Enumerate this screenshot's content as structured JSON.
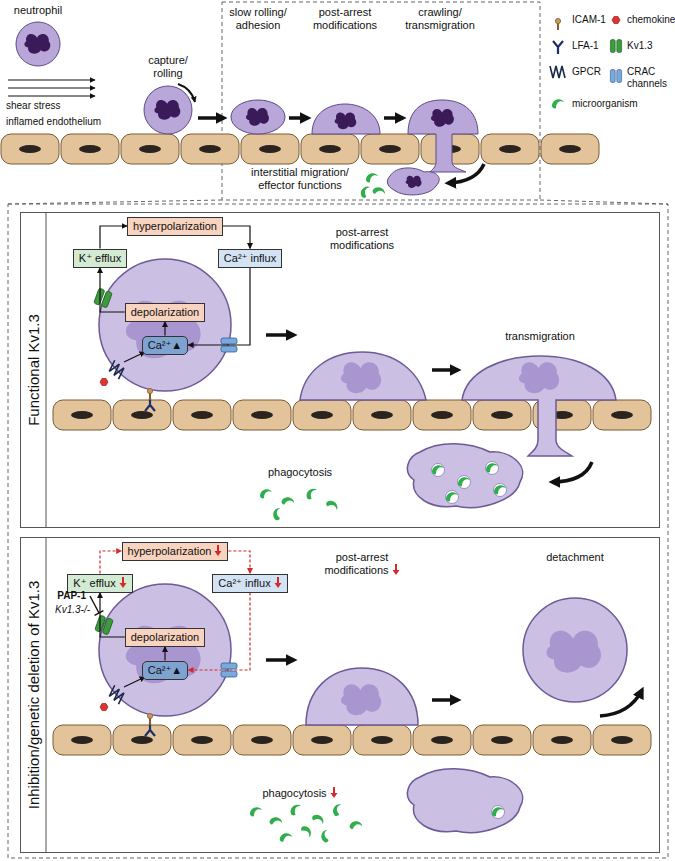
{
  "diagram": {
    "nodes": [
      {
        "text": [
          "Functional Kv1.3"
        ]
      },
      {
        "text": [
          "hyperpolarization"
        ],
        "in": 0
      },
      {
        "text": [
          "K⁺ efflux"
        ],
        "in": 0
      },
      {
        "text": [
          "Ca²⁺ influx"
        ],
        "in": 0
      },
      {
        "text": [
          "depolarization"
        ],
        "in": 0
      },
      {
        "text": [
          "Ca²⁺▲"
        ],
        "in": 0
      },
      {
        "text": [
          "Inhibition/genetic deletion of Kv1.3"
        ]
      },
      {
        "text": [
          "hyperpolarization"
        ],
        "in": 6
      },
      {
        "text": [
          "K⁺ efflux"
        ],
        "in": 6
      },
      {
        "text": [
          "Ca²⁺ influx"
        ],
        "in": 6
      },
      {
        "text": [
          "depolarization"
        ],
        "in": 6
      },
      {
        "text": [
          "Ca²⁺▲"
        ],
        "in": 6
      }
    ],
    "edges": [
      {
        "from": 2,
        "to": 1,
        "arrow": "to"
      },
      {
        "from": 1,
        "to": 3,
        "arrow": "to"
      },
      {
        "from": 3,
        "to": 5,
        "arrow": "to"
      },
      {
        "from": 5,
        "to": 4,
        "arrow": "to"
      },
      {
        "from": 4,
        "to": 2,
        "arrow": "to"
      },
      {
        "from": 8,
        "to": 7,
        "arrow": "to"
      },
      {
        "from": 7,
        "to": 9,
        "arrow": "to"
      },
      {
        "from": 9,
        "to": 11,
        "arrow": "to"
      },
      {
        "from": 11,
        "to": 10,
        "arrow": "to"
      },
      {
        "from": 10,
        "to": 8,
        "arrow": "to"
      }
    ],
    "labels": [
      "neutrophil",
      "capture/ rolling",
      "slow rolling/ adhesion",
      "post-arrest modifications",
      "crawling/ transmigration",
      "shear stress",
      "inflamed endothelium",
      "interstitial migration/ effector functions",
      "post-arrest modifications",
      "transmigration",
      "phagocytosis",
      "PAP-1",
      "Kv1.3-/-",
      "post-arrest modifications",
      "detachment",
      "phagocytosis"
    ],
    "legend": [
      {
        "text": "ICAM-1"
      },
      {
        "text": "chemokine"
      },
      {
        "text": "LFA-1"
      },
      {
        "text": "Kv1.3"
      },
      {
        "text": "GPCR"
      },
      {
        "text": "CRAC channels"
      },
      {
        "text": "microorganism"
      }
    ]
  }
}
